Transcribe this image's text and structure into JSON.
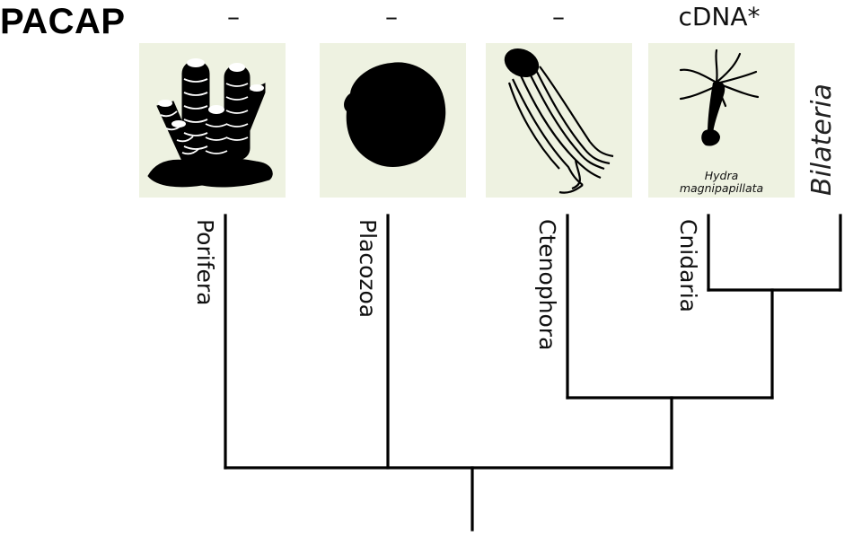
{
  "title": "PACAP",
  "markers": {
    "porifera": "–",
    "placozoa": "–",
    "ctenophora": "–",
    "cnidaria": "cDNA*"
  },
  "taxa": {
    "porifera": "Porifera",
    "placozoa": "Placozoa",
    "ctenophora": "Ctenophora",
    "cnidaria": "Cnidaria",
    "bilateria": "Bilateria"
  },
  "species_label": {
    "line1": "Hydra",
    "line2": "magnipapillata"
  },
  "colors": {
    "panel_background": "#eef2e1",
    "silhouette": "#000000",
    "tree_lines": "#000000"
  },
  "icons": {
    "porifera": "sponge-silhouette-icon",
    "placozoa": "placozoan-silhouette-icon",
    "ctenophora": "comb-jelly-silhouette-icon",
    "cnidaria": "hydra-silhouette-icon"
  }
}
